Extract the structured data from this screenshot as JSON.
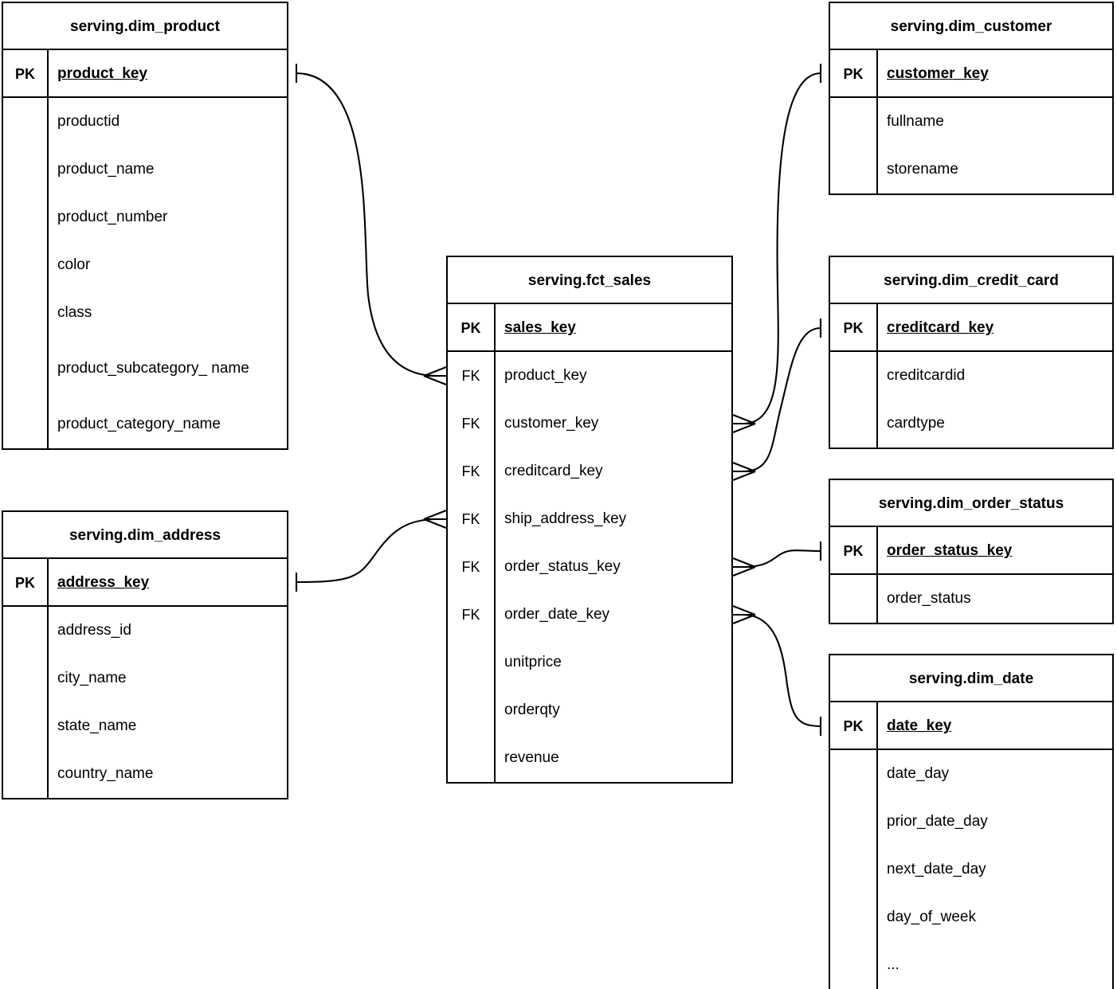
{
  "diagram": {
    "type": "entity-relationship-diagram",
    "notation": "crows-foot",
    "background_color": "#ffffff",
    "line_color": "#000000",
    "text_color": "#000000"
  },
  "labels": {
    "pk": "PK",
    "fk": "FK"
  },
  "entities": [
    {
      "id": "dim_product",
      "title": "serving.dim_product",
      "primary_key": {
        "key": "PK",
        "name": "product_key"
      },
      "columns": [
        {
          "key": "",
          "name": "productid"
        },
        {
          "key": "",
          "name": "product_name"
        },
        {
          "key": "",
          "name": "product_number"
        },
        {
          "key": "",
          "name": "color"
        },
        {
          "key": "",
          "name": "class"
        },
        {
          "key": "",
          "name": "product_subcategory_\nname"
        },
        {
          "key": "",
          "name": "product_category_name"
        }
      ]
    },
    {
      "id": "dim_address",
      "title": "serving.dim_address",
      "primary_key": {
        "key": "PK",
        "name": "address_key"
      },
      "columns": [
        {
          "key": "",
          "name": "address_id"
        },
        {
          "key": "",
          "name": "city_name"
        },
        {
          "key": "",
          "name": "state_name"
        },
        {
          "key": "",
          "name": "country_name"
        }
      ]
    },
    {
      "id": "fct_sales",
      "title": "serving.fct_sales",
      "primary_key": {
        "key": "PK",
        "name": "sales_key"
      },
      "columns": [
        {
          "key": "FK",
          "name": "product_key"
        },
        {
          "key": "FK",
          "name": "customer_key"
        },
        {
          "key": "FK",
          "name": "creditcard_key"
        },
        {
          "key": "FK",
          "name": "ship_address_key"
        },
        {
          "key": "FK",
          "name": "order_status_key"
        },
        {
          "key": "FK",
          "name": "order_date_key"
        },
        {
          "key": "",
          "name": "unitprice"
        },
        {
          "key": "",
          "name": "orderqty"
        },
        {
          "key": "",
          "name": "revenue"
        }
      ]
    },
    {
      "id": "dim_customer",
      "title": "serving.dim_customer",
      "primary_key": {
        "key": "PK",
        "name": "customer_key"
      },
      "columns": [
        {
          "key": "",
          "name": "fullname"
        },
        {
          "key": "",
          "name": "storename"
        }
      ]
    },
    {
      "id": "dim_credit_card",
      "title": "serving.dim_credit_card",
      "primary_key": {
        "key": "PK",
        "name": "creditcard_key"
      },
      "columns": [
        {
          "key": "",
          "name": "creditcardid"
        },
        {
          "key": "",
          "name": "cardtype"
        }
      ]
    },
    {
      "id": "dim_order_status",
      "title": "serving.dim_order_status",
      "primary_key": {
        "key": "PK",
        "name": "order_status_key"
      },
      "columns": [
        {
          "key": "",
          "name": "order_status"
        }
      ]
    },
    {
      "id": "dim_date",
      "title": "serving.dim_date",
      "primary_key": {
        "key": "PK",
        "name": "date_key"
      },
      "columns": [
        {
          "key": "",
          "name": "date_day"
        },
        {
          "key": "",
          "name": "prior_date_day"
        },
        {
          "key": "",
          "name": "next_date_day"
        },
        {
          "key": "",
          "name": "day_of_week"
        },
        {
          "key": "",
          "name": "..."
        }
      ]
    }
  ],
  "relationships": [
    {
      "id": "rel-product",
      "from": "dim_product.product_key",
      "to": "fct_sales.product_key",
      "from_cardinality": "one",
      "to_cardinality": "many"
    },
    {
      "id": "rel-address",
      "from": "dim_address.address_key",
      "to": "fct_sales.ship_address_key",
      "from_cardinality": "one",
      "to_cardinality": "many"
    },
    {
      "id": "rel-customer",
      "from": "dim_customer.customer_key",
      "to": "fct_sales.customer_key",
      "from_cardinality": "one",
      "to_cardinality": "many"
    },
    {
      "id": "rel-creditcard",
      "from": "dim_credit_card.creditcard_key",
      "to": "fct_sales.creditcard_key",
      "from_cardinality": "one",
      "to_cardinality": "many"
    },
    {
      "id": "rel-order-status",
      "from": "dim_order_status.order_status_key",
      "to": "fct_sales.order_status_key",
      "from_cardinality": "one",
      "to_cardinality": "many"
    },
    {
      "id": "rel-date",
      "from": "dim_date.date_key",
      "to": "fct_sales.order_date_key",
      "from_cardinality": "one",
      "to_cardinality": "many"
    }
  ]
}
